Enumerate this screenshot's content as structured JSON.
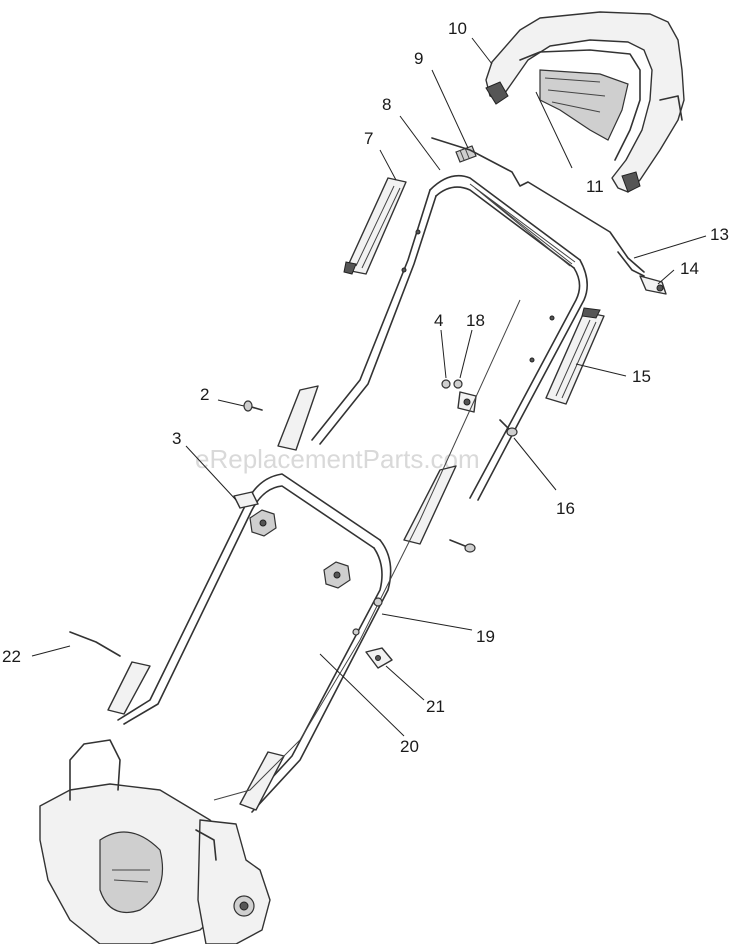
{
  "watermark": "eReplacementParts.com",
  "callouts": [
    {
      "id": "c10",
      "label": "10"
    },
    {
      "id": "c9",
      "label": "9"
    },
    {
      "id": "c8",
      "label": "8"
    },
    {
      "id": "c7",
      "label": "7"
    },
    {
      "id": "c11",
      "label": "11"
    },
    {
      "id": "c13",
      "label": "13"
    },
    {
      "id": "c14",
      "label": "14"
    },
    {
      "id": "c4",
      "label": "4"
    },
    {
      "id": "c18",
      "label": "18"
    },
    {
      "id": "c15",
      "label": "15"
    },
    {
      "id": "c2",
      "label": "2"
    },
    {
      "id": "c3",
      "label": "3"
    },
    {
      "id": "c16",
      "label": "16"
    },
    {
      "id": "c19",
      "label": "19"
    },
    {
      "id": "c22",
      "label": "22"
    },
    {
      "id": "c21",
      "label": "21"
    },
    {
      "id": "c20",
      "label": "20"
    }
  ]
}
